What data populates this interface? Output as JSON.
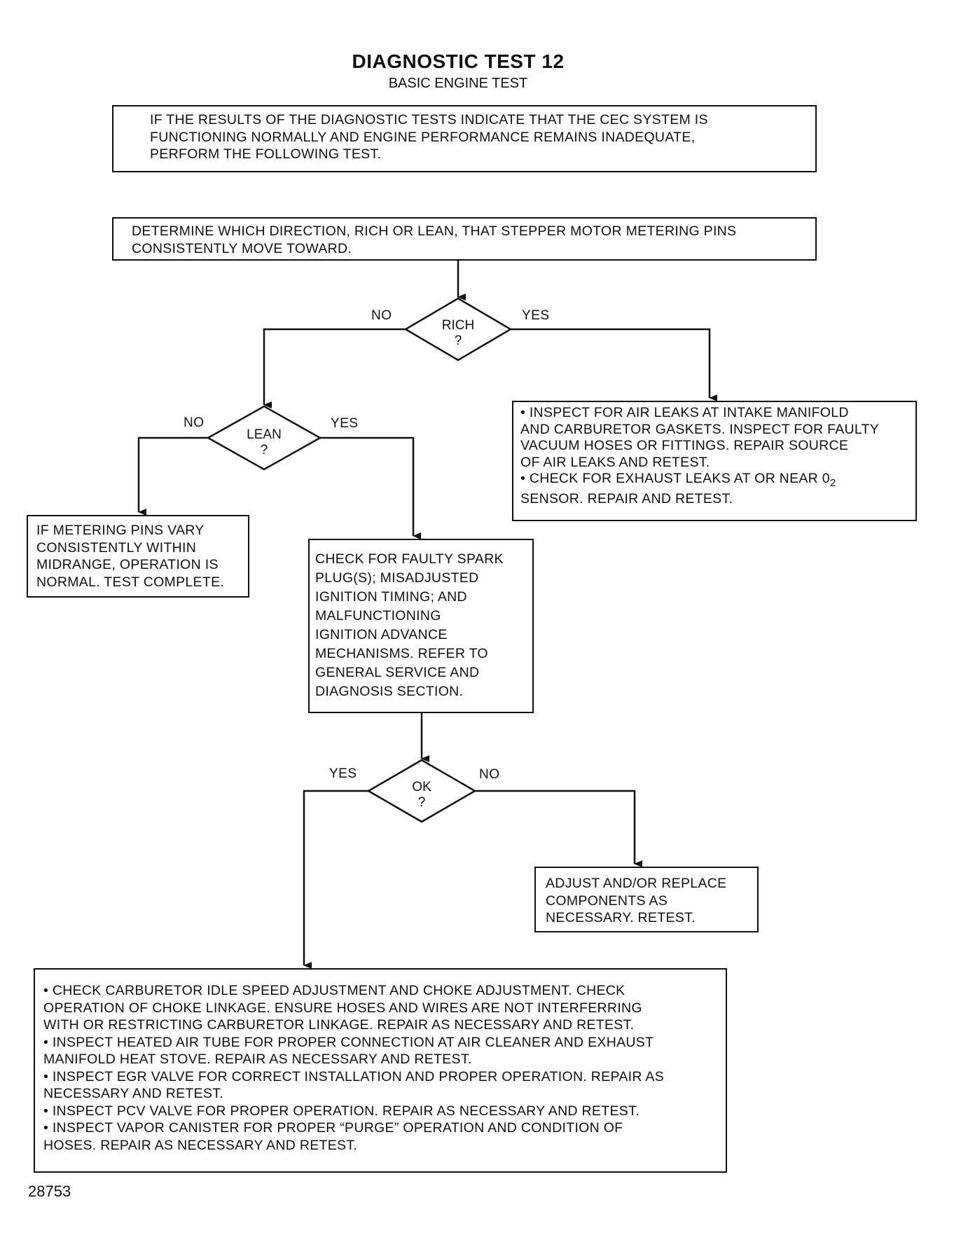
{
  "title": "DIAGNOSTIC TEST 12",
  "subtitle": "BASIC ENGINE TEST",
  "boxes": {
    "intro": [
      "IF THE RESULTS OF THE DIAGNOSTIC TESTS INDICATE THAT THE CEC SYSTEM IS",
      "FUNCTIONING NORMALLY AND ENGINE PERFORMANCE REMAINS INADEQUATE,",
      "PERFORM THE FOLLOWING TEST."
    ],
    "determine": [
      "DETERMINE WHICH DIRECTION, RICH OR LEAN, THAT STEPPER MOTOR METERING PINS",
      "CONSISTENTLY MOVE TOWARD."
    ],
    "air_leaks": [
      "• INSPECT FOR AIR LEAKS AT INTAKE MANIFOLD",
      "AND CARBURETOR GASKETS. INSPECT FOR FAULTY",
      "VACUUM HOSES OR FITTINGS. REPAIR SOURCE",
      "OF AIR LEAKS AND RETEST.",
      "• CHECK FOR EXHAUST LEAKS AT OR NEAR 0",
      "SENSOR. REPAIR AND RETEST."
    ],
    "o2_subscript": "2",
    "metering": [
      "IF METERING PINS VARY",
      "CONSISTENTLY WITHIN",
      "MIDRANGE, OPERATION IS",
      "NORMAL. TEST COMPLETE."
    ],
    "spark": [
      "CHECK FOR FAULTY SPARK",
      "PLUG(S); MISADJUSTED",
      "IGNITION TIMING; AND",
      "MALFUNCTIONING",
      "IGNITION ADVANCE",
      "MECHANISMS. REFER TO",
      "GENERAL SERVICE AND",
      "DIAGNOSIS SECTION."
    ],
    "adjust": [
      "ADJUST AND/OR REPLACE",
      "COMPONENTS AS",
      "NECESSARY. RETEST."
    ],
    "final": [
      "• CHECK CARBURETOR IDLE SPEED ADJUSTMENT AND CHOKE ADJUSTMENT. CHECK",
      "OPERATION OF CHOKE LINKAGE. ENSURE HOSES AND WIRES ARE NOT INTERFERRING",
      "WITH OR RESTRICTING CARBURETOR LINKAGE. REPAIR AS NECESSARY AND RETEST.",
      "• INSPECT HEATED AIR TUBE FOR PROPER CONNECTION AT AIR CLEANER AND EXHAUST",
      "MANIFOLD HEAT STOVE. REPAIR AS NECESSARY AND RETEST.",
      "• INSPECT EGR VALVE FOR CORRECT INSTALLATION AND PROPER OPERATION. REPAIR AS",
      "NECESSARY AND RETEST.",
      "• INSPECT PCV VALVE FOR PROPER OPERATION. REPAIR AS NECESSARY AND RETEST.",
      "• INSPECT VAPOR CANISTER FOR PROPER “PURGE” OPERATION AND CONDITION OF",
      "HOSES. REPAIR AS NECESSARY AND RETEST."
    ]
  },
  "decisions": {
    "rich": {
      "label": "RICH",
      "mark": "?",
      "no": "NO",
      "yes": "YES"
    },
    "lean": {
      "label": "LEAN",
      "mark": "?",
      "no": "NO",
      "yes": "YES"
    },
    "ok": {
      "label": "OK",
      "mark": "?",
      "yes": "YES",
      "no": "NO"
    }
  },
  "figure_number": "28753"
}
